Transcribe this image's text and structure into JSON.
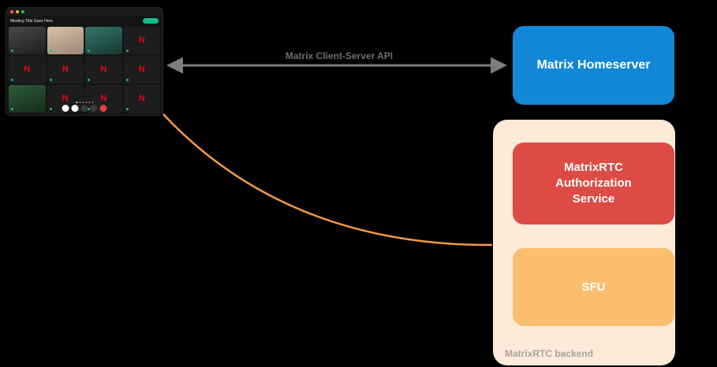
{
  "colors": {
    "background": "#000000",
    "homeserver_bg": "#1287d8",
    "auth_service_bg": "#dc4c45",
    "sfu_bg": "#fbbd6e",
    "backend_bg": "#fdead8",
    "backend_label_color": "#a8a39b",
    "arrow_color": "#7d7d7d",
    "arrow_label_color": "#6e6e6e",
    "curve_color": "#f59b42",
    "n_logo_red": "#e50914",
    "call_accent_green": "#0dbd8b"
  },
  "arrow": {
    "label": "Matrix Client-Server API"
  },
  "homeserver": {
    "label": "Matrix Homeserver"
  },
  "backend": {
    "label": "MatrixRTC backend",
    "auth_service": {
      "label": "MatrixRTC Authorization Service"
    },
    "sfu": {
      "label": "SFU"
    }
  },
  "call_window": {
    "title": "Meeting Title Goes Here",
    "n_letter": "N"
  }
}
